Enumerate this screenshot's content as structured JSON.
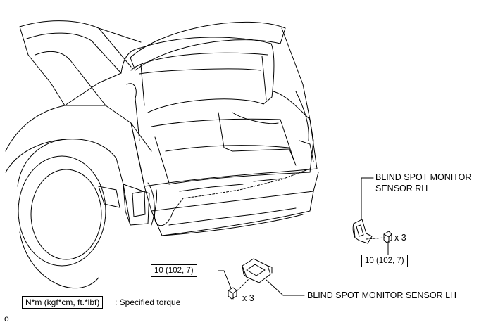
{
  "labels": {
    "sensor_rh_line1": "BLIND SPOT MONITOR",
    "sensor_rh_line2": "SENSOR RH",
    "sensor_lh": "BLIND SPOT MONITOR SENSOR LH",
    "qty_rh": "x 3",
    "qty_lh": "x 3"
  },
  "torque": {
    "rh_value": "10 (102, 7)",
    "lh_value": "10 (102, 7)"
  },
  "legend": {
    "unit_box": "N*m (kgf*cm, ft.*lbf)",
    "description": ": Specified torque"
  },
  "code": "o",
  "icons": {
    "vehicle": "sedan-rear-three-quarter-trunk-open",
    "sensor": "blind-spot-monitor-sensor",
    "nut": "hex-nut"
  },
  "colors": {
    "line": "#000000",
    "background": "#ffffff"
  }
}
